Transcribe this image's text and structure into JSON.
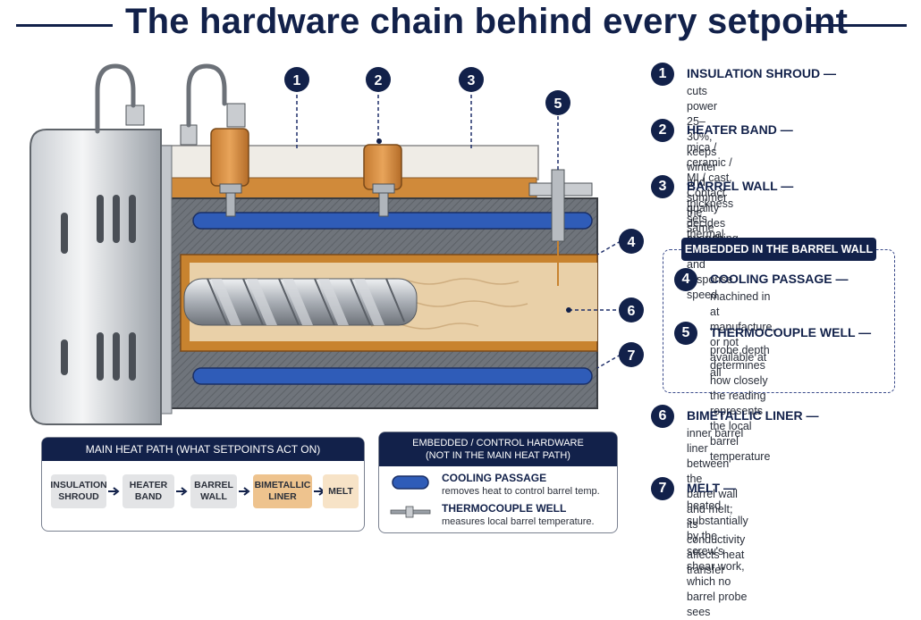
{
  "title": "The hardware chain behind every setpoint",
  "diagram_markers": [
    "1",
    "2",
    "3",
    "4",
    "5",
    "6",
    "7"
  ],
  "legend": [
    {
      "num": "1",
      "heading": "INSULATION SHROUD —",
      "desc": "cuts power 25–30%, keeps winter\nand summer the same"
    },
    {
      "num": "2",
      "heading": "HEATER BAND —",
      "desc": "mica / ceramic / MI / cast.\nContact quality decides everything."
    },
    {
      "num": "3",
      "heading": "BARREL WALL —",
      "desc": "thickness sets thermal mass and\nresponse speed"
    },
    {
      "num": "4",
      "heading": "COOLING PASSAGE —",
      "desc": "machined in at manufacture,\nor not available at all"
    },
    {
      "num": "5",
      "heading": "THERMOCOUPLE WELL —",
      "desc": "probe depth determines how closely\nthe reading represents the local\nbarrel temperature"
    },
    {
      "num": "6",
      "heading": "BIMETALLIC LINER —",
      "desc": "inner barrel liner between the\nbarrel wall and melt; its conductivity\naffects heat transfer"
    },
    {
      "num": "7",
      "heading": "MELT —",
      "desc": "heated substantially by the screw's\nshear work, which no barrel probe sees"
    }
  ],
  "embedded_label": "EMBEDDED IN THE BARREL WALL",
  "main_path": {
    "title": "MAIN HEAT PATH (WHAT SETPOINTS ACT ON)",
    "steps": [
      "INSULATION\nSHROUD",
      "HEATER\nBAND",
      "BARREL\nWALL",
      "BIMETALLIC\nLINER",
      "MELT"
    ]
  },
  "control_hardware": {
    "title": "EMBEDDED / CONTROL HARDWARE\n(NOT IN THE MAIN HEAT PATH)",
    "items": [
      {
        "heading": "COOLING PASSAGE",
        "desc": "removes heat to control barrel temp."
      },
      {
        "heading": "THERMOCOUPLE WELL",
        "desc": "measures local barrel temperature."
      }
    ]
  },
  "colors": {
    "navy": "#12214a",
    "copper": "#d08a3a",
    "cooling": "#2f5cb8",
    "melt": "#e9d0a8",
    "steel": "#8a8f96"
  }
}
